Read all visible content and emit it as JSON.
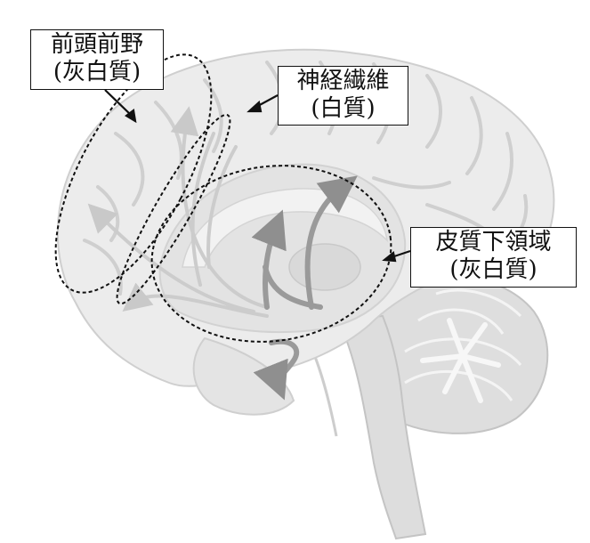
{
  "labels": {
    "prefrontal": {
      "line1": "前頭前野",
      "line2": "(灰白質)"
    },
    "nerve_fibers": {
      "line1": "神経繊維",
      "line2": "(白質)"
    },
    "subcortical": {
      "line1": "皮質下領域",
      "line2": "(灰白質)"
    }
  },
  "colors": {
    "brain_fill": "#e9e9e9",
    "brain_shade": "#d6d6d6",
    "sulcus": "#c7c7c7",
    "inner_region": "#dcdcdc",
    "arrow_light": "#cccccc",
    "arrow_dark": "#9a9a9a",
    "outline": "#111111"
  }
}
